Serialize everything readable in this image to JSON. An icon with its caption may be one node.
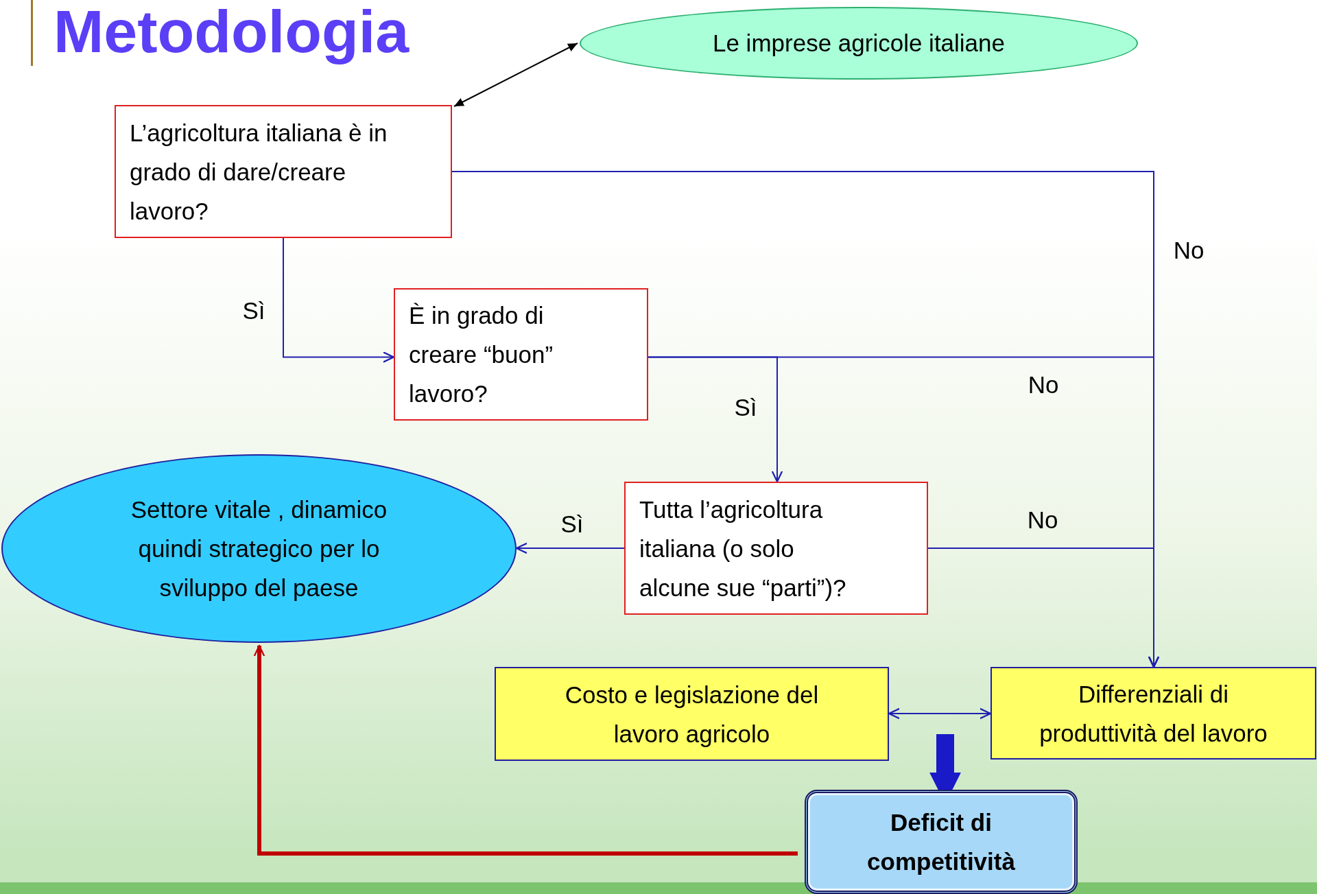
{
  "diagram": {
    "title": "Metodologia",
    "nodes": [
      {
        "text": [
          "Le imprese agricole italiane"
        ]
      },
      {
        "text": [
          "L’agricoltura italiana è in grado di dare/creare lavoro?"
        ]
      },
      {
        "text": [
          "È in grado di creare “buon” lavoro?"
        ]
      },
      {
        "text": [
          "Tutta l’agricoltura italiana (o solo alcune  sue “parti”)?"
        ]
      },
      {
        "text": [
          "Settore vitale , dinamico quindi strategico per lo sviluppo del paese"
        ]
      },
      {
        "text": [
          "Costo e legislazione del lavoro agricolo"
        ]
      },
      {
        "text": [
          "Differenziali di produttività del lavoro"
        ]
      },
      {
        "text": [
          "Deficit di competitività"
        ]
      }
    ],
    "edges": [
      {
        "from": 0,
        "to": 1,
        "arrow": "both",
        "color": "#000000"
      },
      {
        "from": 1,
        "to": 2,
        "arrow": "to",
        "label": "Sì"
      },
      {
        "from": 1,
        "to": 6,
        "arrow": "to",
        "label": "No"
      },
      {
        "from": 2,
        "to": 3,
        "arrow": "to",
        "label": "Sì"
      },
      {
        "from": 2,
        "to": 6,
        "arrow": "to",
        "label": "No"
      },
      {
        "from": 3,
        "to": 4,
        "arrow": "to",
        "label": "Sì"
      },
      {
        "from": 3,
        "to": 6,
        "arrow": "to",
        "label": "No"
      },
      {
        "from": 5,
        "to": 6,
        "arrow": "both"
      },
      {
        "from": 7,
        "to": 4,
        "arrow": "to",
        "style": "thick",
        "color": "#c00000"
      },
      {
        "from": null,
        "to": 7,
        "arrow": "to",
        "style": "thick",
        "color": "#1a1ac8"
      }
    ]
  }
}
